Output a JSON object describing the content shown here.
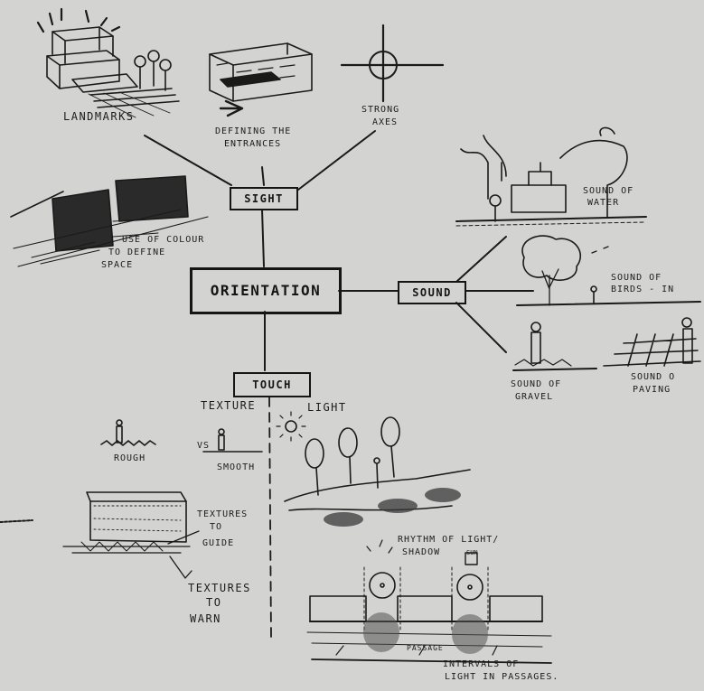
{
  "central": "ORIENTATION",
  "hubs": {
    "sight": "SIGHT",
    "sound": "SOUND",
    "touch": "TOUCH"
  },
  "sight": {
    "landmarks": "LANDMARKS",
    "entrances": [
      "DEFINING THE",
      "ENTRANCES"
    ],
    "axes": [
      "STRONG",
      "AXES"
    ],
    "colour": [
      "USE OF COLOUR",
      "TO DEFINE",
      "SPACE"
    ]
  },
  "sound": {
    "water": [
      "SOUND OF",
      "WATER"
    ],
    "birds": [
      "SOUND OF",
      "BIRDS - IN"
    ],
    "gravel": [
      "SOUND OF",
      "GRAVEL"
    ],
    "paving": [
      "SOUND O",
      "PAVING"
    ]
  },
  "touch": {
    "texture": "TEXTURE",
    "light": "LIGHT",
    "rough": "ROUGH",
    "vs": "VS",
    "smooth": "SMOOTH",
    "guide": [
      "TEXTURES",
      "TO",
      "GUIDE"
    ],
    "warn": [
      "TEXTURES",
      "TO",
      "WARN"
    ],
    "rhythm": [
      "RHYTHM OF LIGHT/",
      "SHADOW"
    ],
    "intervals": [
      "INTERVALS OF",
      "LIGHT IN PASSAGES."
    ],
    "passage": "PASSAGE",
    "sun": "SUN"
  }
}
